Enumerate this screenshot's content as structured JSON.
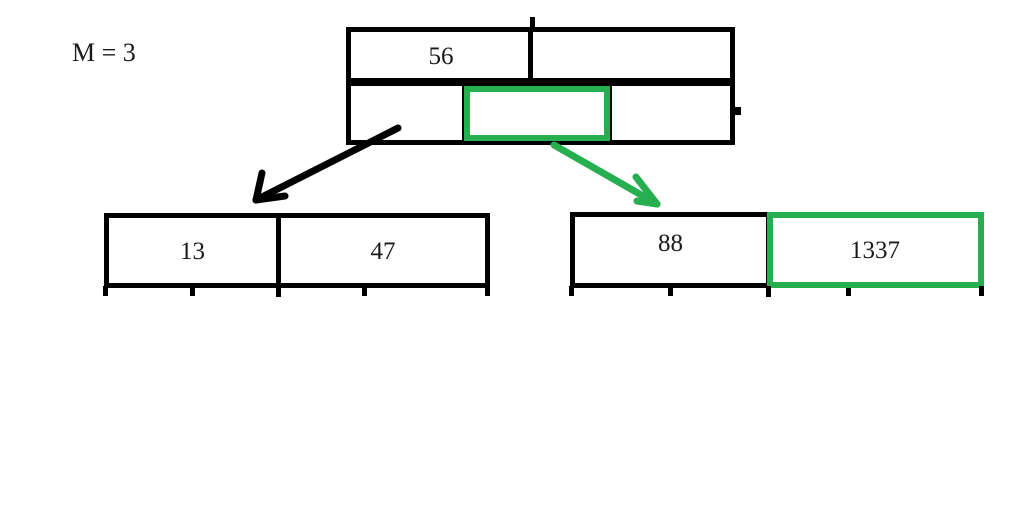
{
  "diagram": {
    "title_label": "M = 3",
    "type": "b-plus-tree-insertion",
    "colors": {
      "ink": "#000000",
      "highlight": "#27ae4f",
      "background": "#ffffff"
    },
    "root": {
      "name": "root-node",
      "keys_row": {
        "cells": [
          {
            "label": "56",
            "highlighted": false
          },
          {
            "label": "",
            "highlighted": false
          }
        ]
      },
      "pointers_row": {
        "cells": [
          {
            "label": "",
            "highlighted": false
          },
          {
            "label": "",
            "highlighted": true
          },
          {
            "label": "",
            "highlighted": false
          }
        ]
      }
    },
    "leaves": [
      {
        "name": "left-leaf-node",
        "cells": [
          {
            "label": "13",
            "highlighted": false
          },
          {
            "label": "47",
            "highlighted": false
          }
        ]
      },
      {
        "name": "right-leaf-node",
        "cells": [
          {
            "label": "88",
            "highlighted": false
          },
          {
            "label": "1337",
            "highlighted": true
          }
        ]
      }
    ],
    "arrows": [
      {
        "name": "root-to-left-leaf-arrow",
        "color": "#000000",
        "from": "root-pointer-1",
        "to": "left-leaf-node"
      },
      {
        "name": "root-to-right-leaf-arrow",
        "color": "#27ae4f",
        "from": "root-pointer-2",
        "to": "right-leaf-node"
      }
    ]
  }
}
